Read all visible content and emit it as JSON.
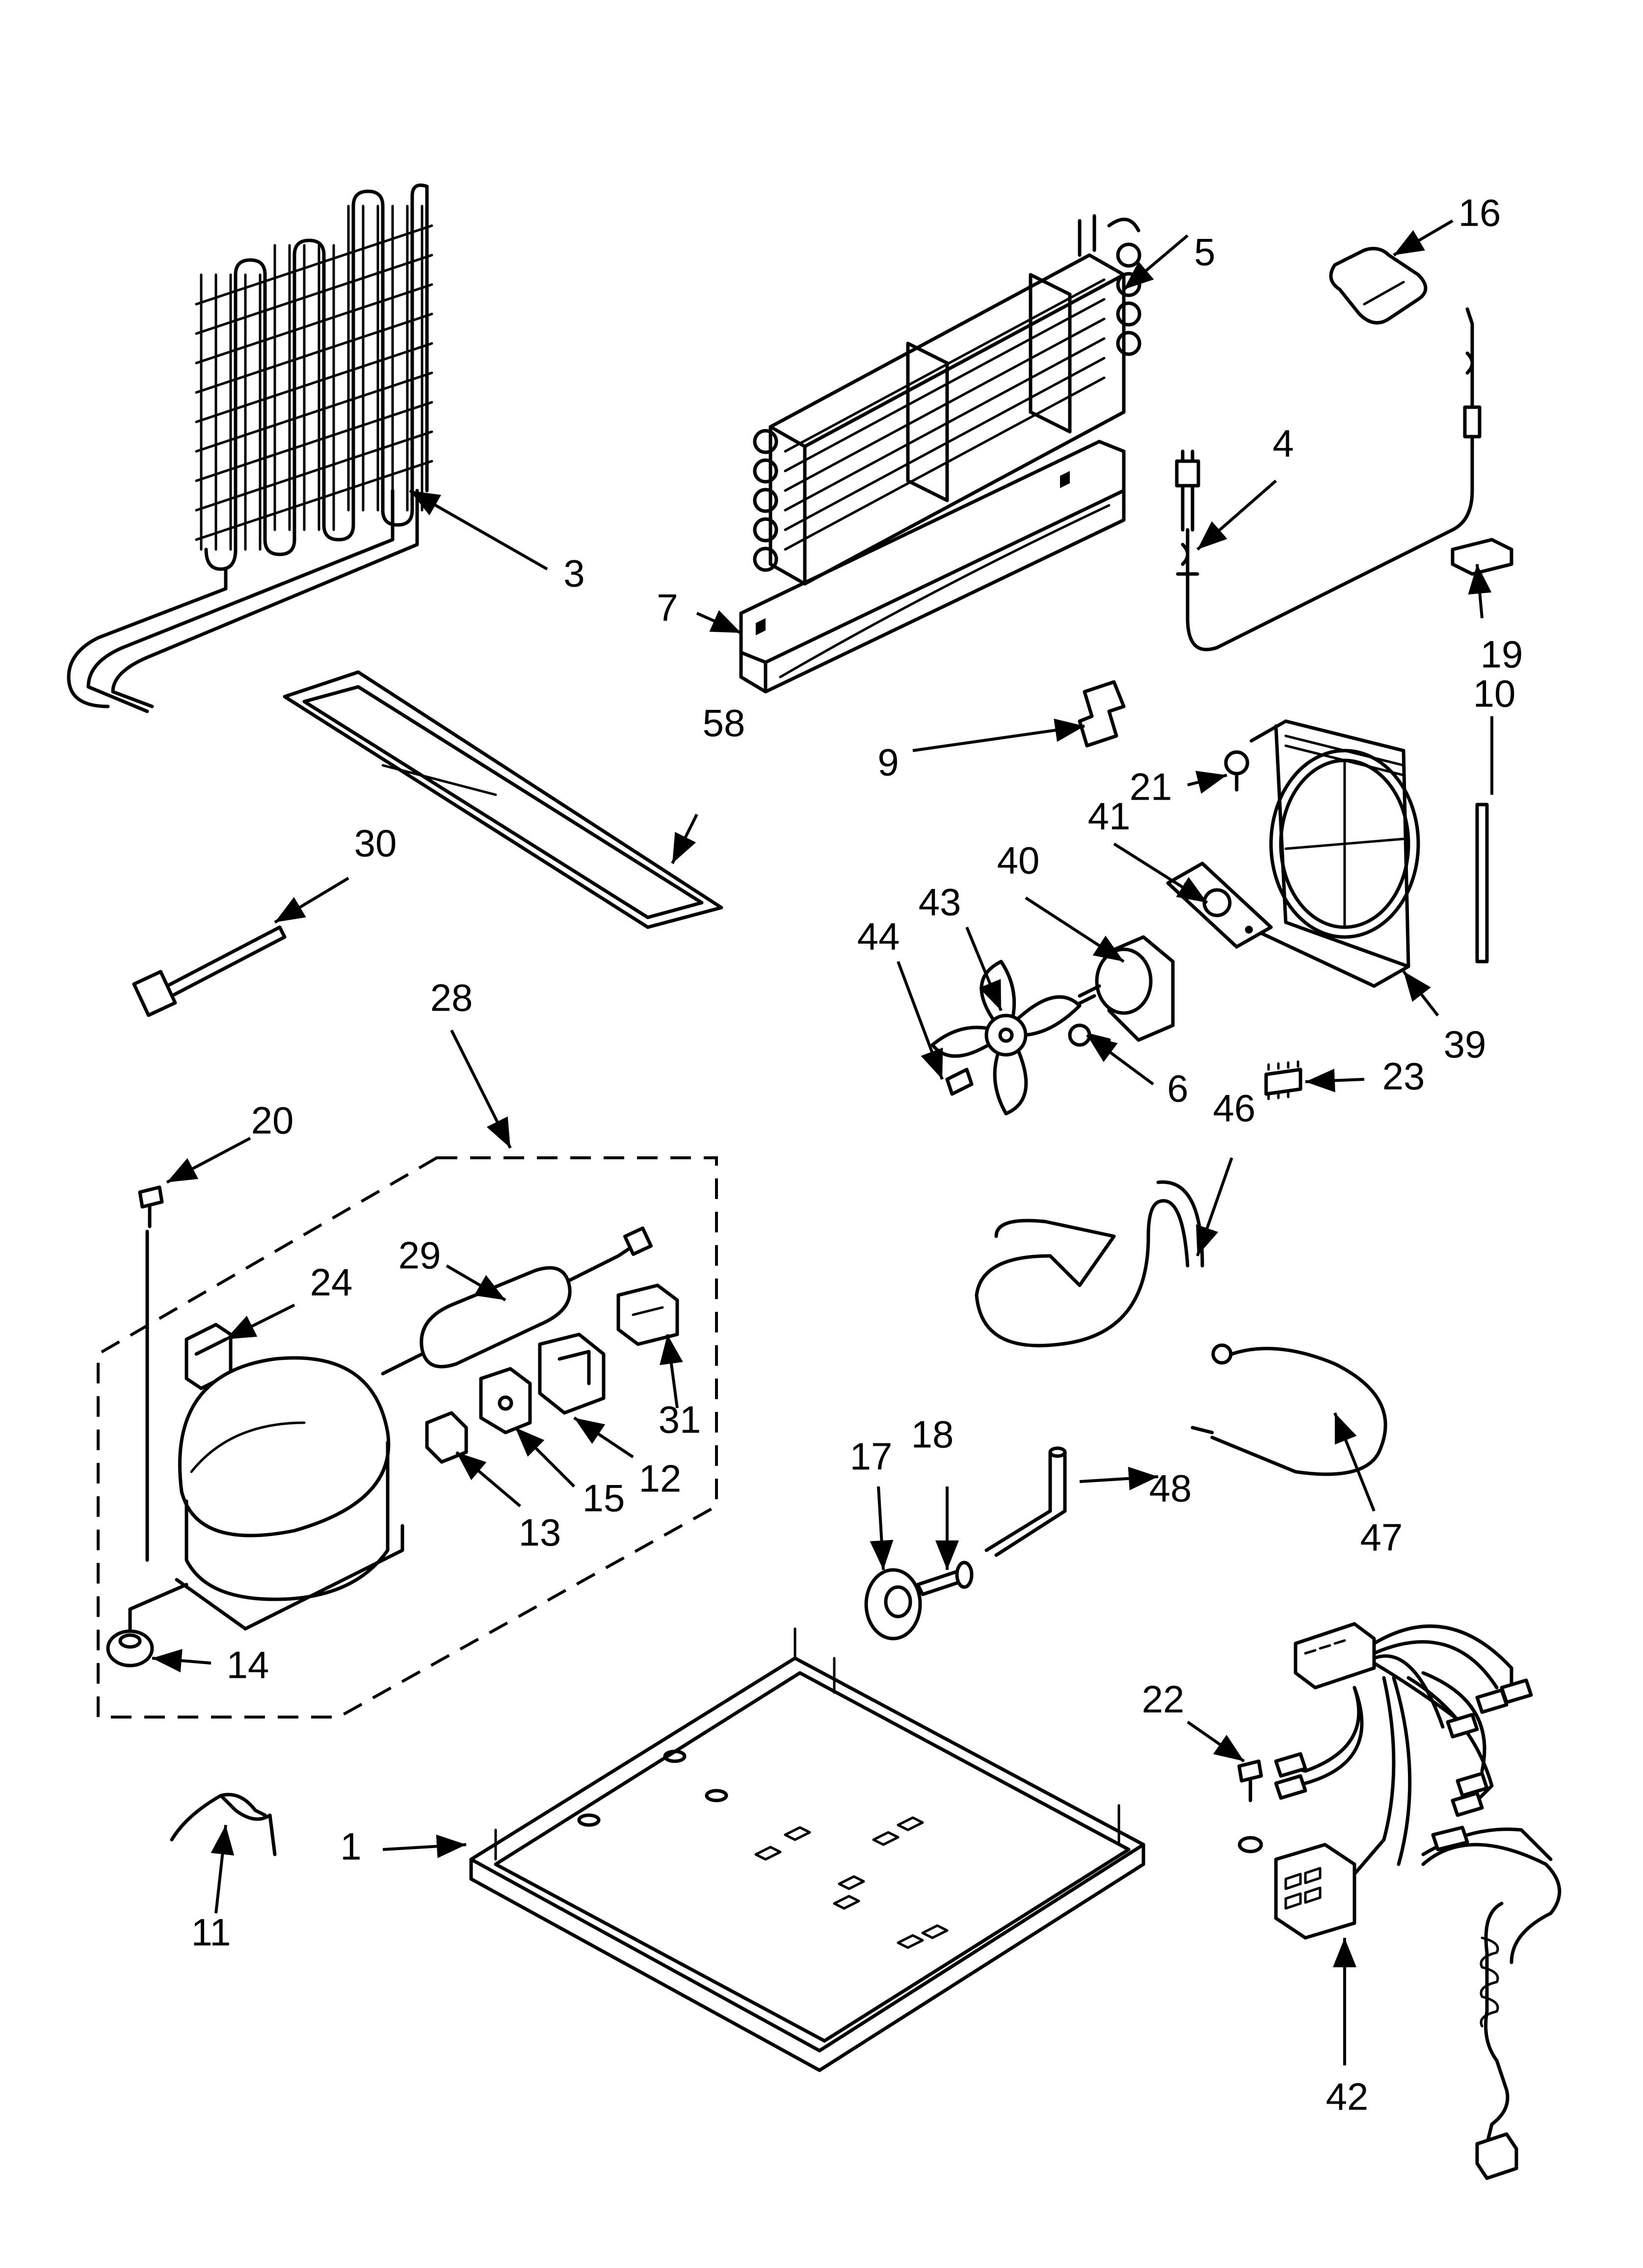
{
  "callouts": [
    {
      "id": "1",
      "label": "1"
    },
    {
      "id": "3",
      "label": "3"
    },
    {
      "id": "4",
      "label": "4"
    },
    {
      "id": "5",
      "label": "5"
    },
    {
      "id": "6",
      "label": "6"
    },
    {
      "id": "7",
      "label": "7"
    },
    {
      "id": "9",
      "label": "9"
    },
    {
      "id": "10",
      "label": "10"
    },
    {
      "id": "11",
      "label": "11"
    },
    {
      "id": "12",
      "label": "12"
    },
    {
      "id": "13",
      "label": "13"
    },
    {
      "id": "14",
      "label": "14"
    },
    {
      "id": "15",
      "label": "15"
    },
    {
      "id": "16",
      "label": "16"
    },
    {
      "id": "17",
      "label": "17"
    },
    {
      "id": "18",
      "label": "18"
    },
    {
      "id": "19",
      "label": "19"
    },
    {
      "id": "20",
      "label": "20"
    },
    {
      "id": "21",
      "label": "21"
    },
    {
      "id": "22",
      "label": "22"
    },
    {
      "id": "23",
      "label": "23"
    },
    {
      "id": "24",
      "label": "24"
    },
    {
      "id": "28",
      "label": "28"
    },
    {
      "id": "29",
      "label": "29"
    },
    {
      "id": "30",
      "label": "30"
    },
    {
      "id": "31",
      "label": "31"
    },
    {
      "id": "39",
      "label": "39"
    },
    {
      "id": "40",
      "label": "40"
    },
    {
      "id": "41",
      "label": "41"
    },
    {
      "id": "42",
      "label": "42"
    },
    {
      "id": "43",
      "label": "43"
    },
    {
      "id": "44",
      "label": "44"
    },
    {
      "id": "46",
      "label": "46"
    },
    {
      "id": "47",
      "label": "47"
    },
    {
      "id": "48",
      "label": "48"
    },
    {
      "id": "58",
      "label": "58"
    }
  ]
}
